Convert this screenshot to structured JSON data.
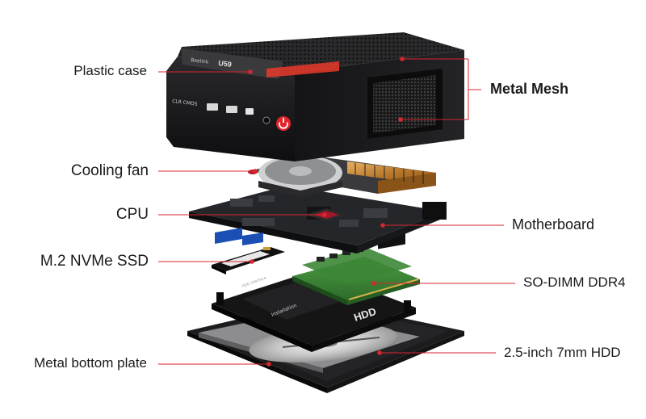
{
  "labels": {
    "plastic_case": "Plastic case",
    "metal_mesh": "Metal Mesh",
    "cooling_fan": "Cooling fan",
    "cpu": "CPU",
    "motherboard": "Motherboard",
    "ssd": "M.2 NVMe SSD",
    "ram": "SO-DIMM DDR4",
    "plate": "Metal bottom plate",
    "hdd": "2.5-inch 7mm HDD"
  },
  "device": {
    "brand": "Beelink",
    "model": "U59",
    "port_text": "CLR CMOS",
    "hdd_badge": "HDD",
    "hdd_bracket_title": "Installation",
    "hdd_bracket_note": "HDD interface"
  },
  "colors": {
    "leader": "#d7262f",
    "power_button": "#e0262c",
    "case": "#1b1b1d",
    "pcb": "#26282b",
    "ram_pcb": "#3e8a3a",
    "copper": "#c88a3a",
    "text": "#1a1a1a"
  }
}
